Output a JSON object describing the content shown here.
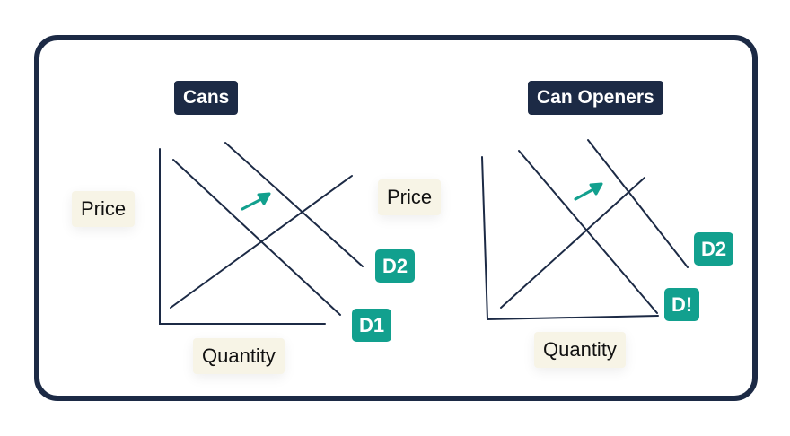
{
  "colors": {
    "frame": "#1c2a45",
    "line": "#1c2a45",
    "accent": "#12a08e",
    "axis_label_bg": "#f7f4e6"
  },
  "cans": {
    "title": "Cans",
    "ylabel": "Price",
    "xlabel": "Quantity",
    "curves": {
      "d1": "D1",
      "d2": "D2"
    }
  },
  "can_openers": {
    "title": "Can Openers",
    "ylabel": "Price",
    "xlabel": "Quantity",
    "curves": {
      "d1": "D!",
      "d2": "D2"
    }
  }
}
